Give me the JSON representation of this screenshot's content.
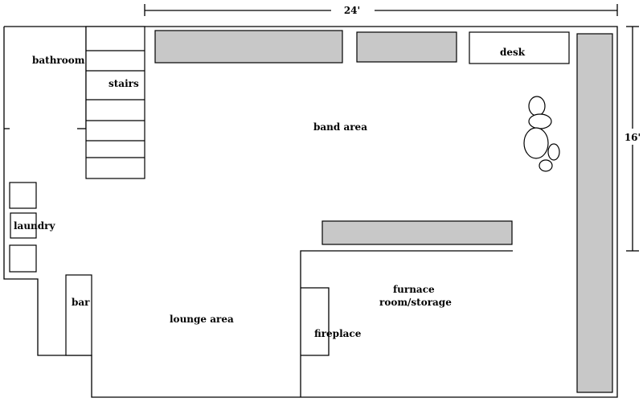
{
  "dimensions": {
    "width": "24'",
    "depth": "16'"
  },
  "rooms": {
    "bathroom": "bathroom",
    "stairs": "stairs",
    "band_area": "band area",
    "desk": "desk",
    "laundry": "laundry",
    "bar": "bar",
    "lounge_area": "lounge area",
    "fireplace": "fireplace",
    "furnace_line1": "furnace",
    "furnace_line2": "room/storage"
  },
  "colors": {
    "furniture_fill": "#c8c8c8",
    "lines": "#000000"
  }
}
